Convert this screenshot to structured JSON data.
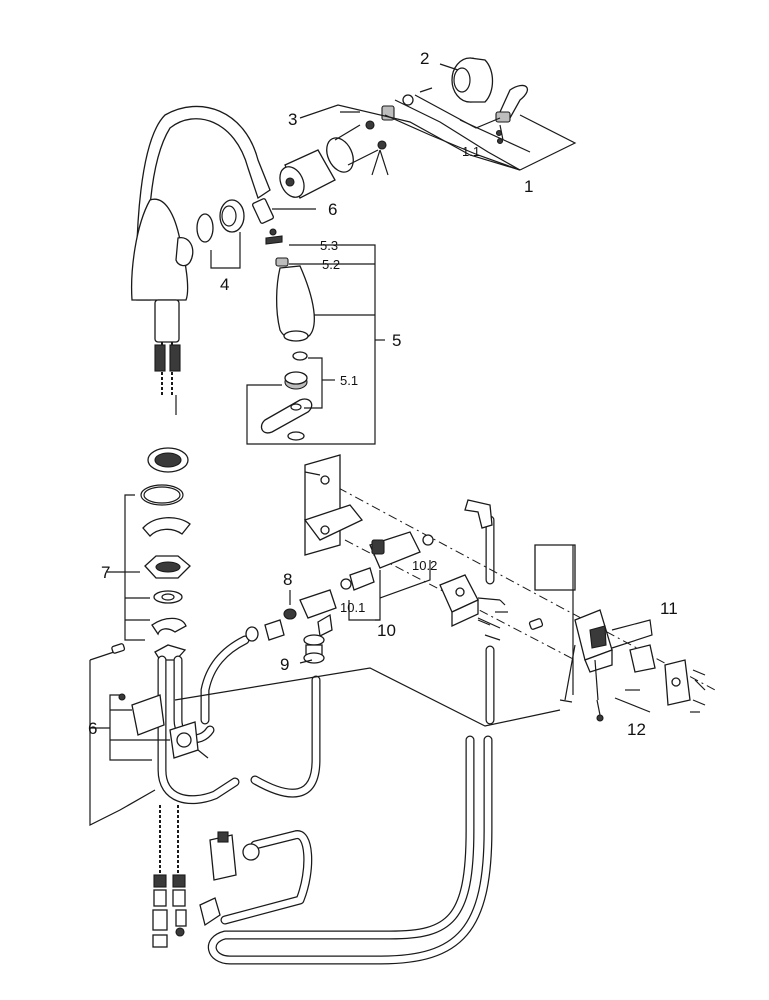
{
  "diagram": {
    "callouts": {
      "c1": "1",
      "c1_1": "1.1",
      "c2": "2",
      "c3": "3",
      "c4": "4",
      "c5": "5",
      "c5_1": "5.1",
      "c5_2": "5.2",
      "c5_3": "5.3",
      "c6_top": "6",
      "c6_bottom": "6",
      "c7": "7",
      "c8": "8",
      "c9": "9",
      "c10": "10",
      "c10_1": "10.1",
      "c10_2": "10.2",
      "c11": "11",
      "c12": "12"
    }
  }
}
